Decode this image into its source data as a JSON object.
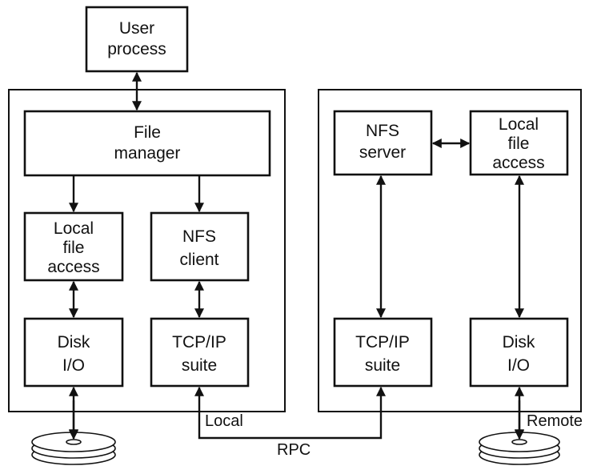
{
  "boxes": {
    "user_process": [
      "User",
      "process"
    ],
    "file_manager": [
      "File",
      "manager"
    ],
    "client_local_file_access": [
      "Local",
      "file",
      "access"
    ],
    "nfs_client": [
      "NFS",
      "client"
    ],
    "client_disk_io": [
      "Disk",
      "I/O"
    ],
    "client_tcpip": [
      "TCP/IP",
      "suite"
    ],
    "nfs_server": [
      "NFS",
      "server"
    ],
    "server_local_file_access": [
      "Local",
      "file",
      "access"
    ],
    "server_tcpip": [
      "TCP/IP",
      "suite"
    ],
    "server_disk_io": [
      "Disk",
      "I/O"
    ]
  },
  "labels": {
    "local": "Local",
    "rpc": "RPC",
    "remote": "Remote"
  }
}
